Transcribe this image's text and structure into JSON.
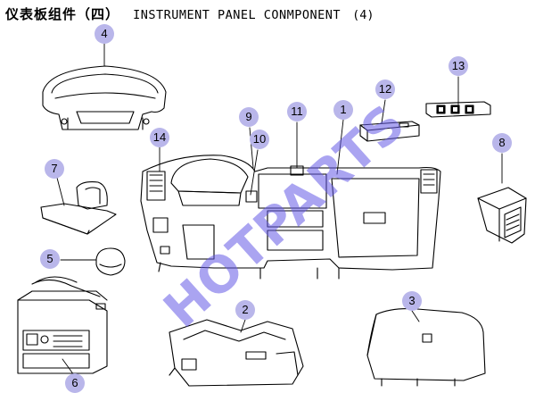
{
  "title": {
    "cn": "仪表板组件（四）",
    "en": "INSTRUMENT PANEL CONMPONENT",
    "num": "(4)"
  },
  "watermark": "HOTPARTS",
  "callouts": [
    "1",
    "2",
    "3",
    "4",
    "5",
    "6",
    "7",
    "8",
    "9",
    "10",
    "11",
    "12",
    "13",
    "14"
  ],
  "colors": {
    "callout": "#b9b6ea",
    "watermark": "#6a5ce6",
    "line": "#000000"
  }
}
